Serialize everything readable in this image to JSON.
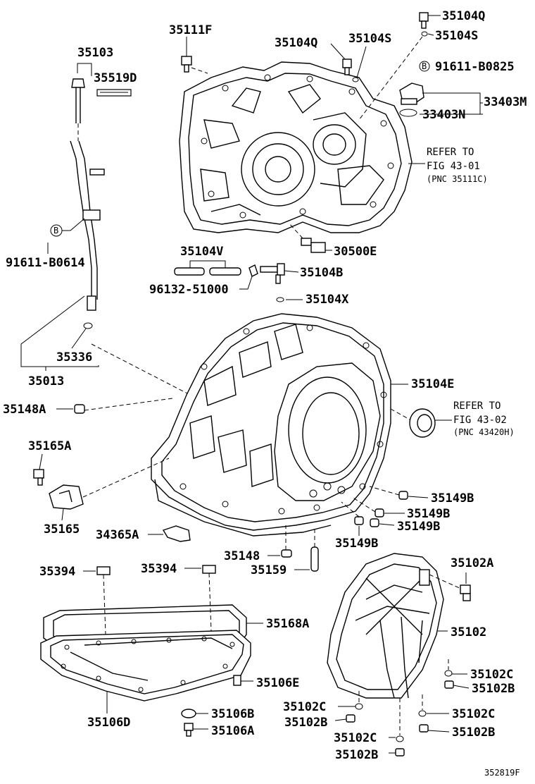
{
  "diagram": {
    "parts": {
      "p35111F": "35111F",
      "p35104Q_a": "35104Q",
      "p35104S_a": "35104S",
      "p35104Q_b": "35104Q",
      "p35104S_b": "35104S",
      "p35103": "35103",
      "p35519D": "35519D",
      "p91611B0825": "91611-B0825",
      "p33403M": "33403M",
      "p33403N": "33403N",
      "p30500E": "30500E",
      "p35104V": "35104V",
      "p96132": "96132-51000",
      "p35104B": "35104B",
      "p35104X": "35104X",
      "p91611B0614": "91611-B0614",
      "p35336": "35336",
      "p35013": "35013",
      "p35104E": "35104E",
      "p35148A": "35148A",
      "p35165A": "35165A",
      "p35165": "35165",
      "p34365A": "34365A",
      "p35149B_1": "35149B",
      "p35149B_2": "35149B",
      "p35149B_3": "35149B",
      "p35149B_4": "35149B",
      "p35148": "35148",
      "p35159": "35159",
      "p35394_a": "35394",
      "p35394_b": "35394",
      "p35102A": "35102A",
      "p35168A": "35168A",
      "p35102": "35102",
      "p35106E": "35106E",
      "p35106D": "35106D",
      "p35106B": "35106B",
      "p35106A": "35106A",
      "p35102C_1": "35102C",
      "p35102B_1": "35102B",
      "p35102C_2": "35102C",
      "p35102B_2": "35102B",
      "p35102C_3": "35102C",
      "p35102B_3": "35102B",
      "p35102C_4": "35102C",
      "p35102B_4": "35102B"
    },
    "refer1": {
      "l1": "REFER TO",
      "l2": "FIG 43-01",
      "l3": "(PNC 35111C)"
    },
    "refer2": {
      "l1": "REFER TO",
      "l2": "FIG 43-02",
      "l3": "(PNC 43420H)"
    },
    "callout_b": "B",
    "figure_id": "352819F"
  }
}
